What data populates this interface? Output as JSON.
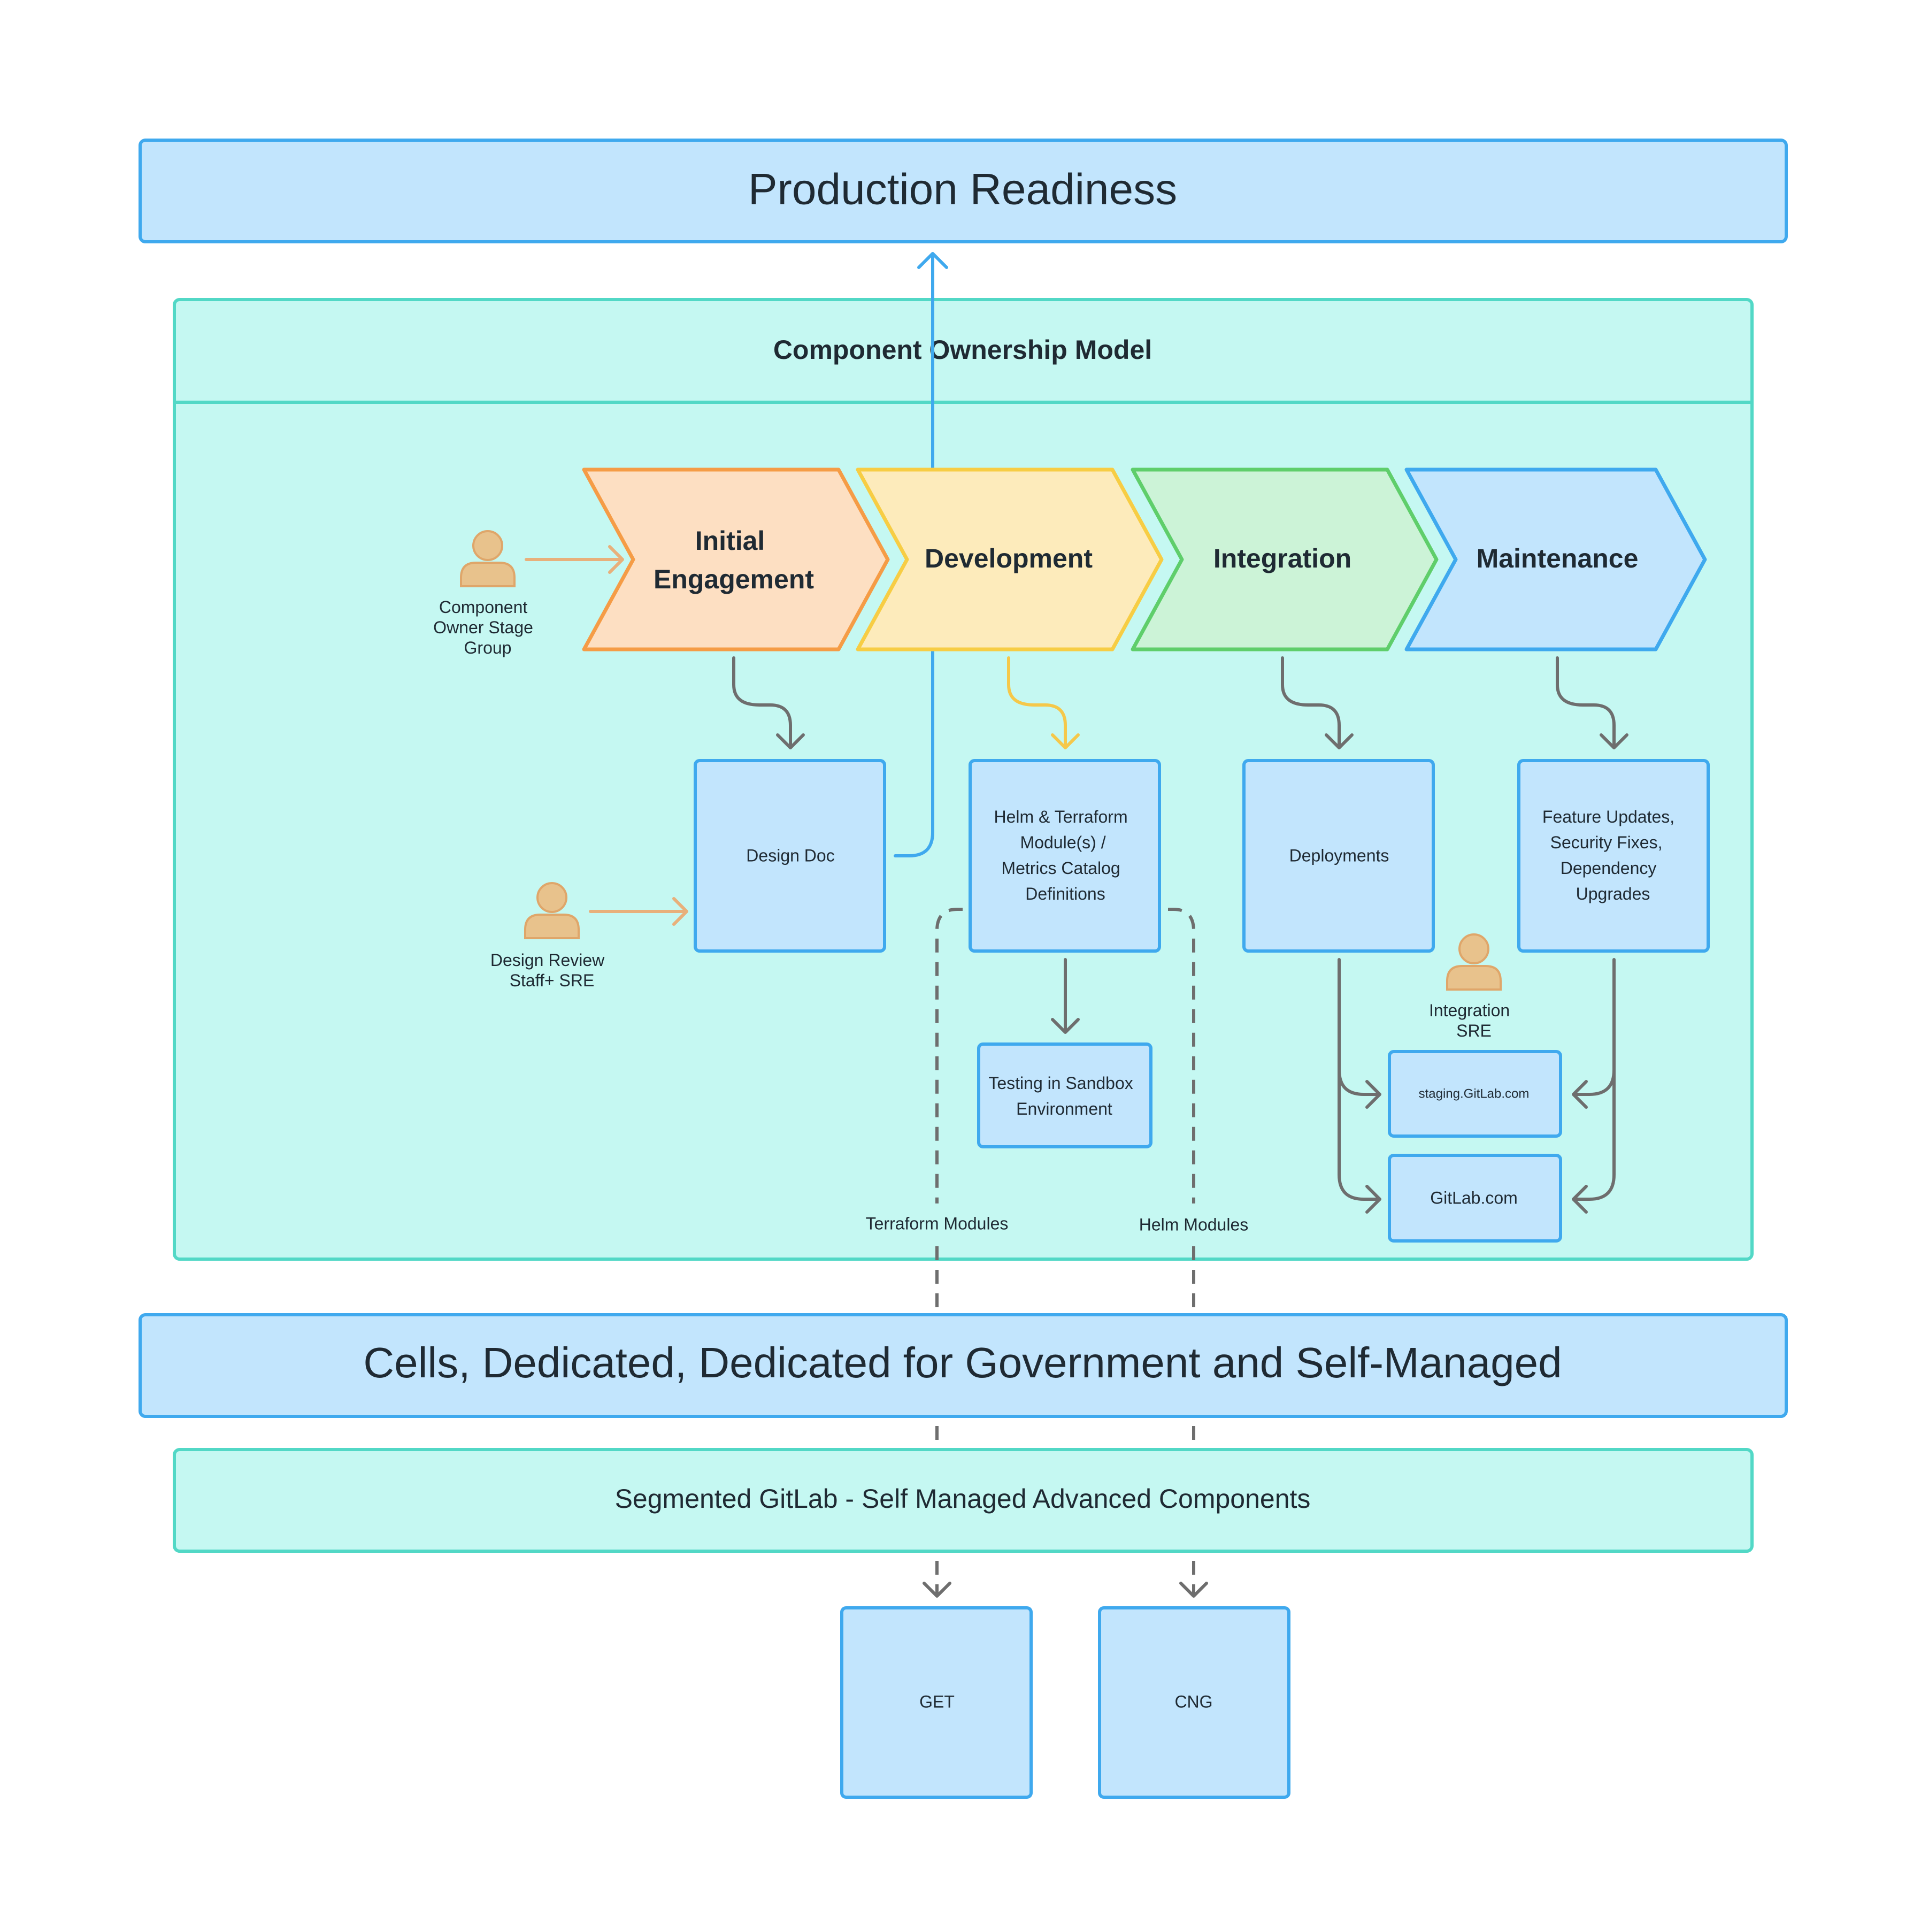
{
  "top": {
    "title": "Production Readiness"
  },
  "ownership": {
    "title": "Component Ownership Model"
  },
  "stages": [
    {
      "line1": "Initial",
      "line2": "Engagement",
      "fill": "#fddfc2",
      "stroke": "#f59c46"
    },
    {
      "line1": "Development",
      "line2": "",
      "fill": "#fdebbb",
      "stroke": "#f7cd44"
    },
    {
      "line1": "Integration",
      "line2": "",
      "fill": "#ccf3d7",
      "stroke": "#5fce6b"
    },
    {
      "line1": "Maintenance",
      "line2": "",
      "fill": "#c2e5fd",
      "stroke": "#3fa9ee"
    }
  ],
  "actors": {
    "owner": {
      "lines": [
        "Component",
        "Owner Stage",
        "Group"
      ]
    },
    "design_review": {
      "lines": [
        "Design Review",
        "Staff+ SRE"
      ]
    },
    "integration": {
      "lines": [
        "Integration",
        "SRE"
      ]
    }
  },
  "boxes": {
    "design_doc": {
      "lines": [
        "Design Doc"
      ]
    },
    "helm": {
      "lines": [
        "Helm & Terraform",
        "Module(s) /",
        "Metrics Catalog",
        "Definitions"
      ]
    },
    "deployments": {
      "lines": [
        "Deployments"
      ]
    },
    "feature": {
      "lines": [
        "Feature Updates,",
        "Security Fixes,",
        "Dependency",
        "Upgrades"
      ]
    },
    "sandbox": {
      "lines": [
        "Testing in Sandbox",
        "Environment"
      ]
    },
    "staging": {
      "lines": [
        "staging.GitLab.com"
      ]
    },
    "gitlab": {
      "lines": [
        "GitLab.com"
      ]
    },
    "get": {
      "lines": [
        "GET"
      ]
    },
    "cng": {
      "lines": [
        "CNG"
      ]
    }
  },
  "labels": {
    "terraform": "Terraform Modules",
    "helm": "Helm Modules"
  },
  "bottom": {
    "cells": "Cells, Dedicated, Dedicated for Government and Self-Managed",
    "segmented": "Segmented GitLab - Self Managed Advanced Components"
  }
}
